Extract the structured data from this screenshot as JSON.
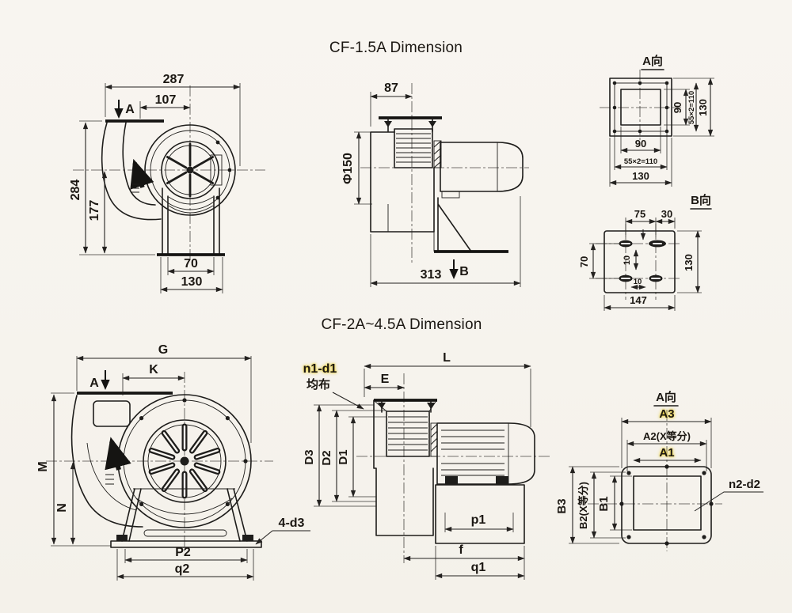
{
  "background": "#f6f3ee",
  "ink": "#1e1d1b",
  "cf15a": {
    "title": "CF-1.5A Dimension",
    "front": {
      "overall_width": "287",
      "inlet_offset": "107",
      "view_arrow": "A",
      "overall_height": "284",
      "axis_height": "177",
      "outlet_width": "70",
      "outlet_flange_width": "130"
    },
    "side": {
      "inlet_depth": "87",
      "inlet_diameter": "Φ150",
      "overall_length": "313",
      "view_arrow": "B"
    },
    "view_a": {
      "label": "A向",
      "v_bolt": "90",
      "v_pitch": "55×2=110",
      "v_overall": "130",
      "h_bolt": "90",
      "h_pitch": "55×2=110",
      "h_overall": "130"
    },
    "view_b": {
      "label": "B向",
      "slot_span": "75",
      "slot_end": "30",
      "row_span": "70",
      "slot_offset": "10",
      "slot_width": "10",
      "plate_width": "147",
      "plate_depth": "130"
    }
  },
  "cf2a": {
    "title": "CF-2A~4.5A Dimension",
    "front": {
      "overall_width": "G",
      "inlet_offset": "K",
      "view_arrow": "A",
      "overall_height": "M",
      "axis_height": "N",
      "foot_span": "P2",
      "base_width": "q2",
      "foot_holes": "4-d3"
    },
    "side": {
      "overall_length": "L",
      "inlet_depth": "E",
      "flange_holes": "n1-d1",
      "flange_holes_note": "均布",
      "flange_dia": "D3",
      "bolt_circle_dia": "D2",
      "inlet_dia": "D1",
      "motor_foot_span": "p1",
      "base_offset": "f",
      "base_span": "q1"
    },
    "view_a": {
      "label": "A向",
      "flange_width": "A3",
      "bolt_pitch_h": "A2(X等分)",
      "duct_width": "A1",
      "flange_height": "B3",
      "bolt_pitch_v": "B2(X等分)",
      "duct_height": "B1",
      "holes": "n2-d2"
    }
  }
}
